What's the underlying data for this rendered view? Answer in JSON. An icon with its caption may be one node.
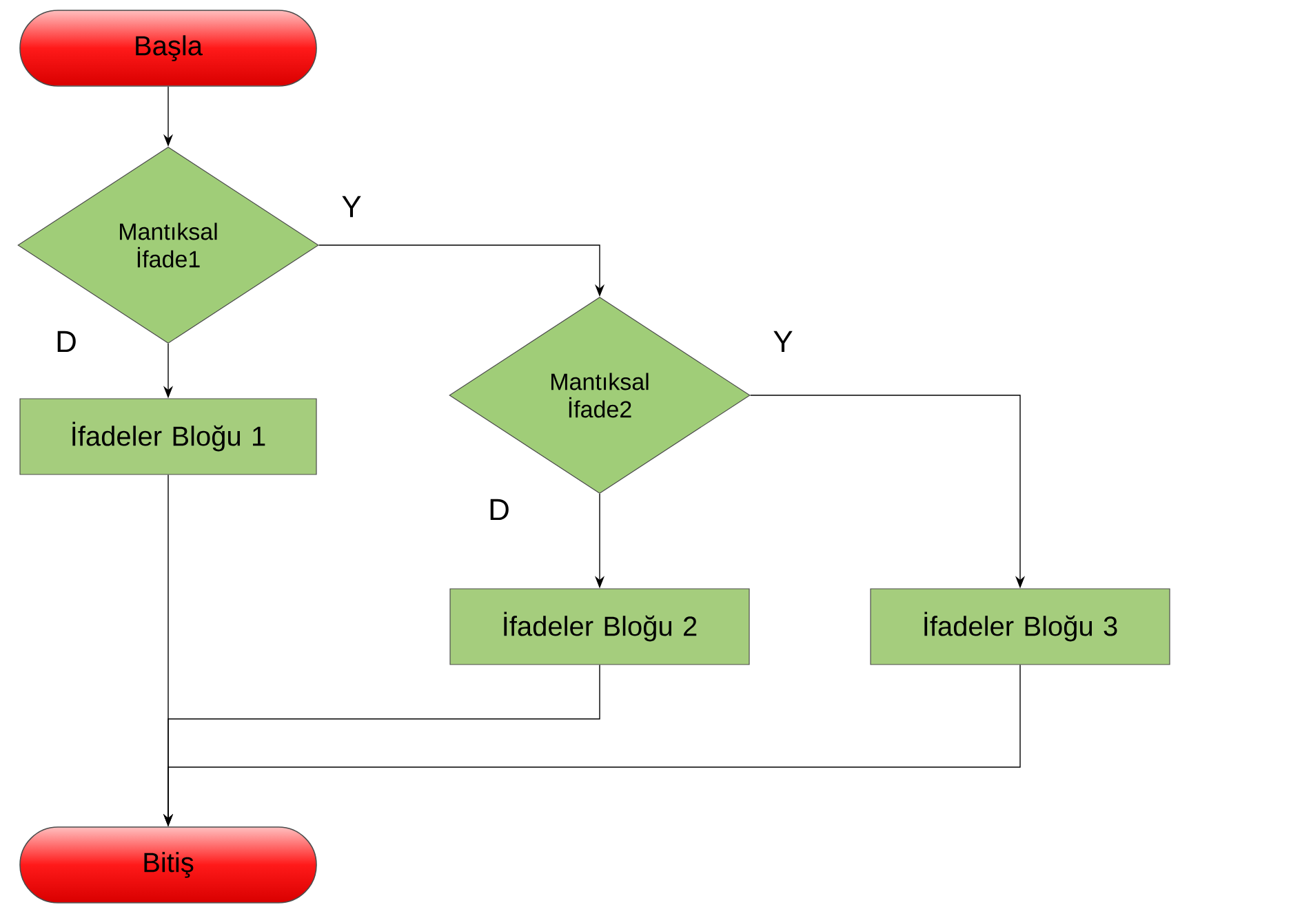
{
  "diagram": {
    "nodes": [
      {
        "text": [
          "Başla"
        ]
      },
      {
        "text": [
          "Mantıksal İfade1"
        ]
      },
      {
        "text": [
          "İfadeler Bloğu 1"
        ]
      },
      {
        "text": [
          "Mantıksal İfade2"
        ]
      },
      {
        "text": [
          "İfadeler Bloğu 2"
        ]
      },
      {
        "text": [
          "İfadeler Bloğu 3"
        ]
      },
      {
        "text": [
          "Bitiş"
        ]
      }
    ],
    "edges": [
      {
        "from": 0,
        "to": 1,
        "arrow": "to"
      },
      {
        "from": 1,
        "to": 3,
        "arrow": "to",
        "label": "Y"
      },
      {
        "from": 1,
        "to": 2,
        "arrow": "to",
        "label": "D"
      },
      {
        "from": 3,
        "to": 4,
        "arrow": "to",
        "label": "D"
      },
      {
        "from": 3,
        "to": 5,
        "arrow": "to",
        "label": "Y"
      },
      {
        "from": 2,
        "to": 6,
        "arrow": "to"
      },
      {
        "from": 4,
        "to": 6,
        "arrow": "to"
      },
      {
        "from": 5,
        "to": 6,
        "arrow": "to"
      }
    ]
  }
}
